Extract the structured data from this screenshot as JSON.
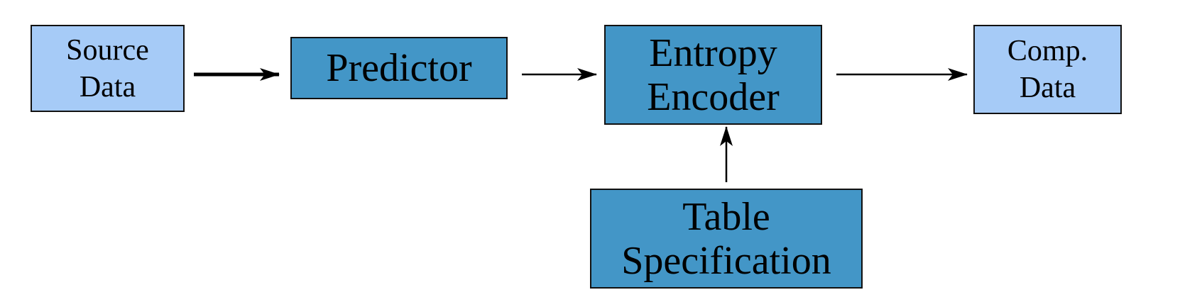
{
  "diagram": {
    "nodes": [
      {
        "id": "source",
        "label": "Source\nData",
        "style": "io"
      },
      {
        "id": "predictor",
        "label": "Predictor",
        "style": "proc"
      },
      {
        "id": "entropy",
        "label": "Entropy\nEncoder",
        "style": "proc"
      },
      {
        "id": "comp",
        "label": "Comp.\nData",
        "style": "io"
      },
      {
        "id": "table",
        "label": "Table\nSpecification",
        "style": "proc"
      }
    ],
    "edges": [
      {
        "from": "source",
        "to": "predictor"
      },
      {
        "from": "predictor",
        "to": "entropy"
      },
      {
        "from": "entropy",
        "to": "comp"
      },
      {
        "from": "table",
        "to": "entropy"
      }
    ]
  },
  "colors": {
    "io_fill": "#a6cbf7",
    "process_fill": "#4396c7",
    "stroke": "#111111"
  }
}
